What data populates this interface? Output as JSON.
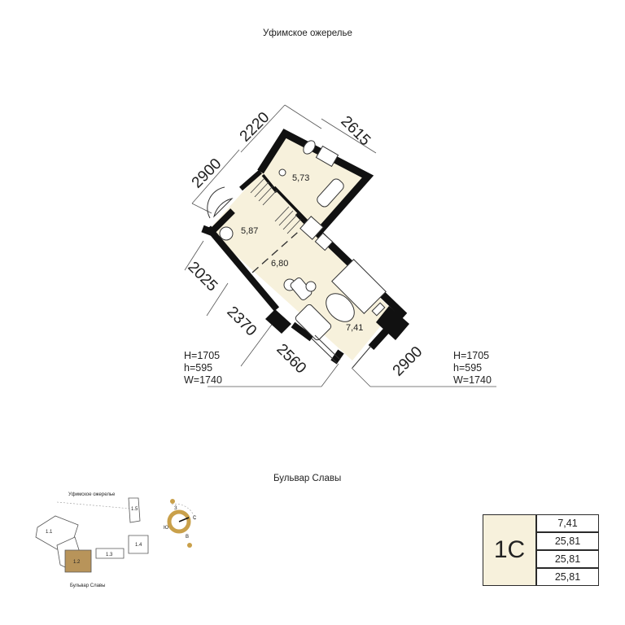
{
  "streets": {
    "top": "Уфимское ожерелье",
    "bottom": "Бульвар Славы"
  },
  "dimensions": {
    "d1": "2220",
    "d2": "2615",
    "d3": "2900",
    "d4": "2025",
    "d5": "2370",
    "d6": "2560",
    "d7": "2900"
  },
  "rooms": {
    "bath": "5,73",
    "hall": "5,87",
    "kitchen": "6,80",
    "living": "7,41"
  },
  "window_notes": {
    "left": "H=1705\nh=595\nW=1740",
    "right": "H=1705\nh=595\nW=1740"
  },
  "site_plan": {
    "street_top": "Уфимское ожерелье",
    "street_bottom": "Бульвар Славы",
    "buildings": [
      "1.1",
      "1.2",
      "1.3",
      "1.4",
      "1.5"
    ],
    "compass": {
      "north": "С",
      "south": "Ю",
      "west": "З",
      "east": "В"
    },
    "highlight_color": "#b8945a"
  },
  "legend": {
    "type": "1С",
    "values": [
      "7,41",
      "25,81",
      "25,81",
      "25,81"
    ]
  },
  "colors": {
    "wall": "#111111",
    "floor": "#f7f1dc",
    "gold": "#c9a04a"
  }
}
